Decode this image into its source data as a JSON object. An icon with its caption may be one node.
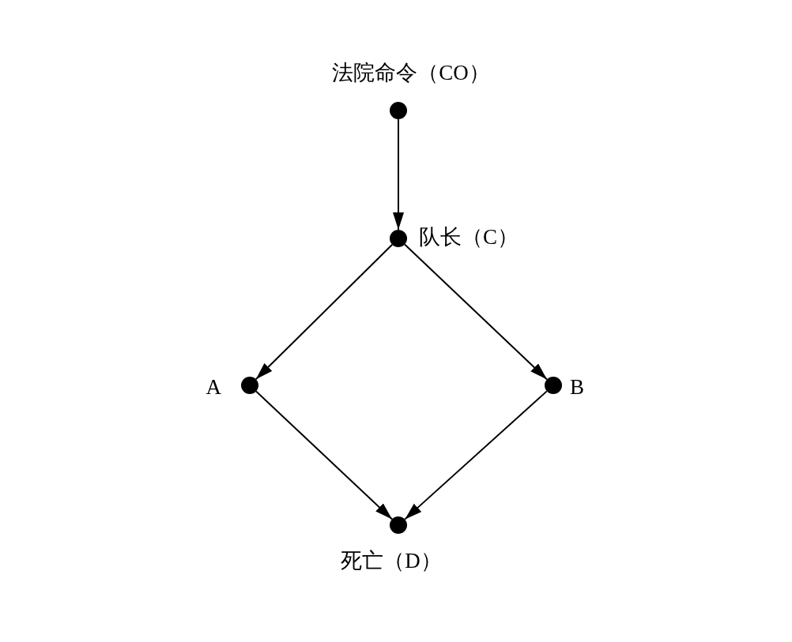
{
  "diagram": {
    "nodes": [
      {
        "text": [],
        "shape": "circle",
        "beside": [
          "法院命令（CO）"
        ]
      },
      {
        "text": [],
        "shape": "circle",
        "beside": [
          "队长（C）"
        ]
      },
      {
        "text": [],
        "shape": "circle",
        "beside": [
          "A"
        ]
      },
      {
        "text": [],
        "shape": "circle",
        "beside": [
          "B"
        ]
      },
      {
        "text": [],
        "shape": "circle",
        "beside": [
          "死亡（D）"
        ]
      }
    ],
    "edges": [
      {
        "from": 0,
        "to": 1,
        "arrow": "to"
      },
      {
        "from": 1,
        "to": 2,
        "arrow": "to"
      },
      {
        "from": 1,
        "to": 3,
        "arrow": "to"
      },
      {
        "from": 2,
        "to": 4,
        "arrow": "to"
      },
      {
        "from": 3,
        "to": 4,
        "arrow": "to"
      }
    ]
  }
}
